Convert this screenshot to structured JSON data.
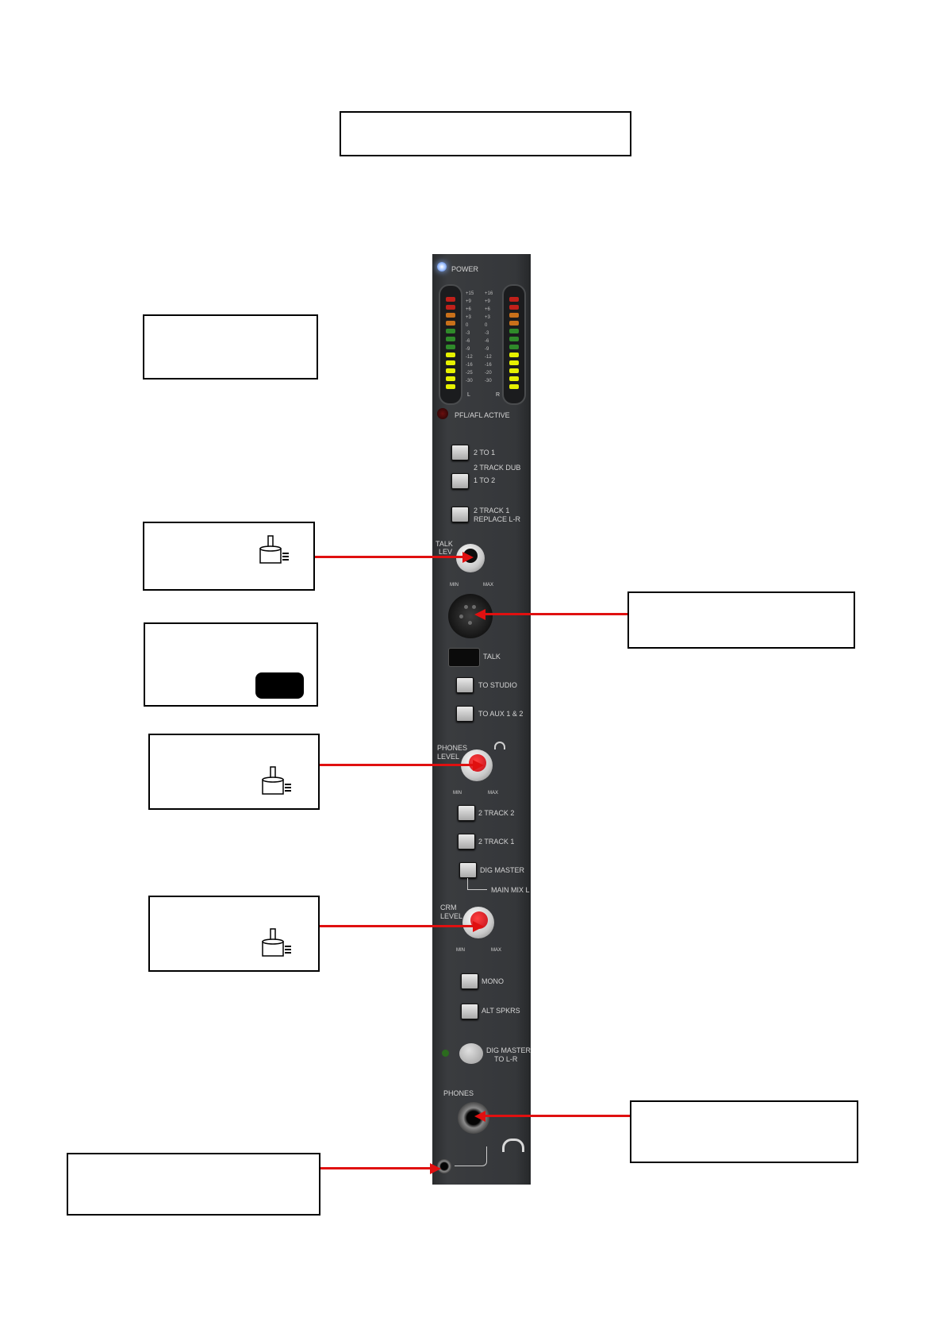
{
  "strip": {
    "labels": {
      "power": "POWER",
      "pfl_afl": "PFL/AFL ACTIVE",
      "two_to_one": "2 TO 1",
      "two_track_dub": "2 TRACK DUB",
      "one_to_two": "1 TO 2",
      "two_track1_a": "2 TRACK 1",
      "replace_lr": "REPLACE L-R",
      "talk": "TALK",
      "lev": "LEV",
      "min": "MIN",
      "max": "MAX",
      "talk_btn": "TALK",
      "to_studio": "TO STUDIO",
      "to_aux": "TO AUX 1 & 2",
      "phones": "PHONES",
      "level": "LEVEL",
      "two_track2": "2 TRACK 2",
      "two_track1_b": "2 TRACK 1",
      "dig_master": "DIG MASTER",
      "main_mix": "MAIN MIX L",
      "crm": "CRM",
      "mono": "MONO",
      "alt_spkrs": "ALT SPKRS",
      "dig_master_to": "DIG MASTER",
      "to_lr": "TO L-R",
      "phones_jack": "PHONES",
      "meter_left": "L",
      "meter_right": "R"
    },
    "meter_scale_left": [
      "+15",
      "+9",
      "+6",
      "+3",
      "0",
      "-3",
      "-6",
      "-9",
      "-12",
      "-16",
      "-25",
      "-30"
    ],
    "meter_scale_right": [
      "+16",
      "+9",
      "+6",
      "+3",
      "0",
      "-3",
      "-6",
      "-9",
      "-12",
      "-16",
      "-20",
      "-30"
    ]
  },
  "colors": {
    "arrow": "#e01010",
    "meter_red": "#c0201a",
    "meter_orange": "#c8701a",
    "meter_green": "#2f8a2a",
    "meter_yellow": "#e6f000",
    "knob_red": "#d0101a"
  }
}
